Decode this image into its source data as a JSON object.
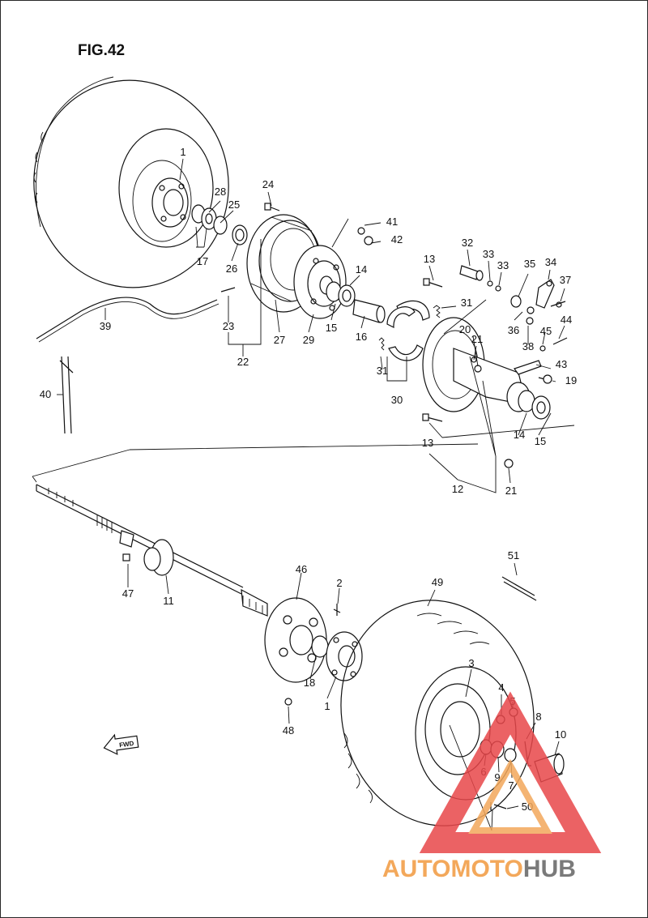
{
  "figure": {
    "title": "FIG.42"
  },
  "fwd_label": "FWD",
  "watermark": {
    "word_part1": "AUTOMOTO",
    "word_part2": "HUB",
    "color_red": "#e8474a",
    "color_orange": "#f3a85b",
    "color_gray": "#7a7a7a"
  },
  "callouts": [
    {
      "id": "c1a",
      "n": "1"
    },
    {
      "id": "c17",
      "n": "17"
    },
    {
      "id": "c28",
      "n": "28"
    },
    {
      "id": "c25",
      "n": "25"
    },
    {
      "id": "c26",
      "n": "26"
    },
    {
      "id": "c24",
      "n": "24"
    },
    {
      "id": "c41",
      "n": "41"
    },
    {
      "id": "c42",
      "n": "42"
    },
    {
      "id": "c32",
      "n": "32"
    },
    {
      "id": "c33a",
      "n": "33"
    },
    {
      "id": "c33b",
      "n": "33"
    },
    {
      "id": "c35",
      "n": "35"
    },
    {
      "id": "c34",
      "n": "34"
    },
    {
      "id": "c37",
      "n": "37"
    },
    {
      "id": "c13a",
      "n": "13"
    },
    {
      "id": "c14a",
      "n": "14"
    },
    {
      "id": "c31a",
      "n": "31"
    },
    {
      "id": "c20",
      "n": "20"
    },
    {
      "id": "c21a",
      "n": "21"
    },
    {
      "id": "c36",
      "n": "36"
    },
    {
      "id": "c45",
      "n": "45"
    },
    {
      "id": "c44",
      "n": "44"
    },
    {
      "id": "c38",
      "n": "38"
    },
    {
      "id": "c43",
      "n": "43"
    },
    {
      "id": "c19",
      "n": "19"
    },
    {
      "id": "c39",
      "n": "39"
    },
    {
      "id": "c23",
      "n": "23"
    },
    {
      "id": "c22",
      "n": "22"
    },
    {
      "id": "c27",
      "n": "27"
    },
    {
      "id": "c29",
      "n": "29"
    },
    {
      "id": "c15a",
      "n": "15"
    },
    {
      "id": "c16",
      "n": "16"
    },
    {
      "id": "c31b",
      "n": "31"
    },
    {
      "id": "c30",
      "n": "30"
    },
    {
      "id": "c40",
      "n": "40"
    },
    {
      "id": "c13b",
      "n": "13"
    },
    {
      "id": "c14b",
      "n": "14"
    },
    {
      "id": "c15b",
      "n": "15"
    },
    {
      "id": "c12",
      "n": "12"
    },
    {
      "id": "c21b",
      "n": "21"
    },
    {
      "id": "c51",
      "n": "51"
    },
    {
      "id": "c47",
      "n": "47"
    },
    {
      "id": "c11",
      "n": "11"
    },
    {
      "id": "c46",
      "n": "46"
    },
    {
      "id": "c2",
      "n": "2"
    },
    {
      "id": "c49",
      "n": "49"
    },
    {
      "id": "c18",
      "n": "18"
    },
    {
      "id": "c1b",
      "n": "1"
    },
    {
      "id": "c3",
      "n": "3"
    },
    {
      "id": "c4",
      "n": "4"
    },
    {
      "id": "c5",
      "n": "5"
    },
    {
      "id": "c8",
      "n": "8"
    },
    {
      "id": "c10",
      "n": "10"
    },
    {
      "id": "c6",
      "n": "6"
    },
    {
      "id": "c9",
      "n": "9"
    },
    {
      "id": "c7",
      "n": "7"
    },
    {
      "id": "c48",
      "n": "48"
    },
    {
      "id": "c50",
      "n": "50"
    }
  ]
}
